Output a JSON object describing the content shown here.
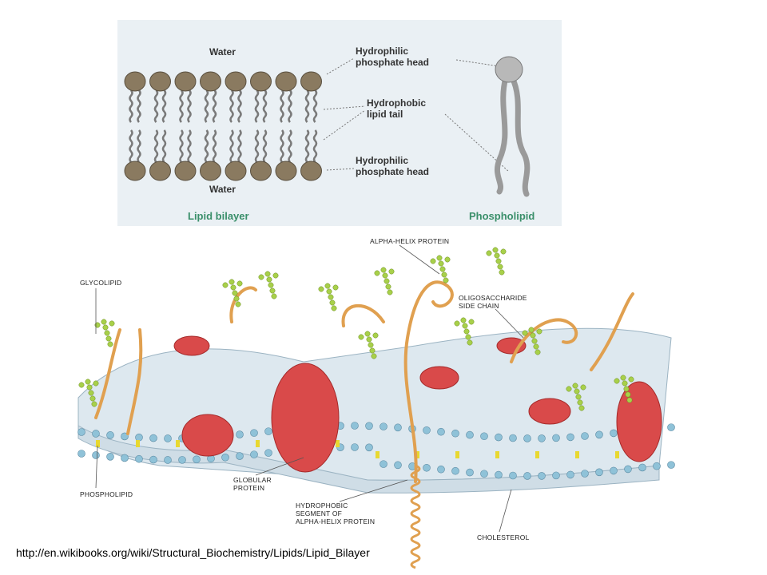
{
  "top_diagram": {
    "water_top": "Water",
    "water_bottom": "Water",
    "head_label_top": [
      "Hydrophilic",
      "phosphate head"
    ],
    "tail_label": [
      "Hydrophobic",
      "lipid tail"
    ],
    "head_label_bottom": [
      "Hydrophilic",
      "phosphate head"
    ],
    "caption_left": "Lipid bilayer",
    "caption_right": "Phospholipid",
    "colors": {
      "panel_bg": "#eaf0f4",
      "caption": "#3a8f6a",
      "head": "#8a7a60"
    }
  },
  "membrane_diagram": {
    "labels": {
      "glycolipid": "GLYCOLIPID",
      "alpha_helix_protein": "ALPHA-HELIX PROTEIN",
      "oligosaccharide": [
        "OLIGOSACCHARIDE",
        "SIDE CHAIN"
      ],
      "phospholipid": "PHOSPHOLIPID",
      "globular_protein": [
        "GLOBULAR",
        "PROTEIN"
      ],
      "hydrophobic_segment": [
        "HYDROPHOBIC",
        "SEGMENT OF",
        "ALPHA-HELIX PROTEIN"
      ],
      "cholesterol": "CHOLESTEROL"
    },
    "colors": {
      "protein": "#d94a4a",
      "head": "#8fc2d8",
      "sugar": "#a8d04a",
      "chain": "#e0a050",
      "cholesterol": "#e8d830"
    }
  },
  "source_url": "http://en.wikibooks.org/wiki/Structural_Biochemistry/Lipids/Lipid_Bilayer"
}
